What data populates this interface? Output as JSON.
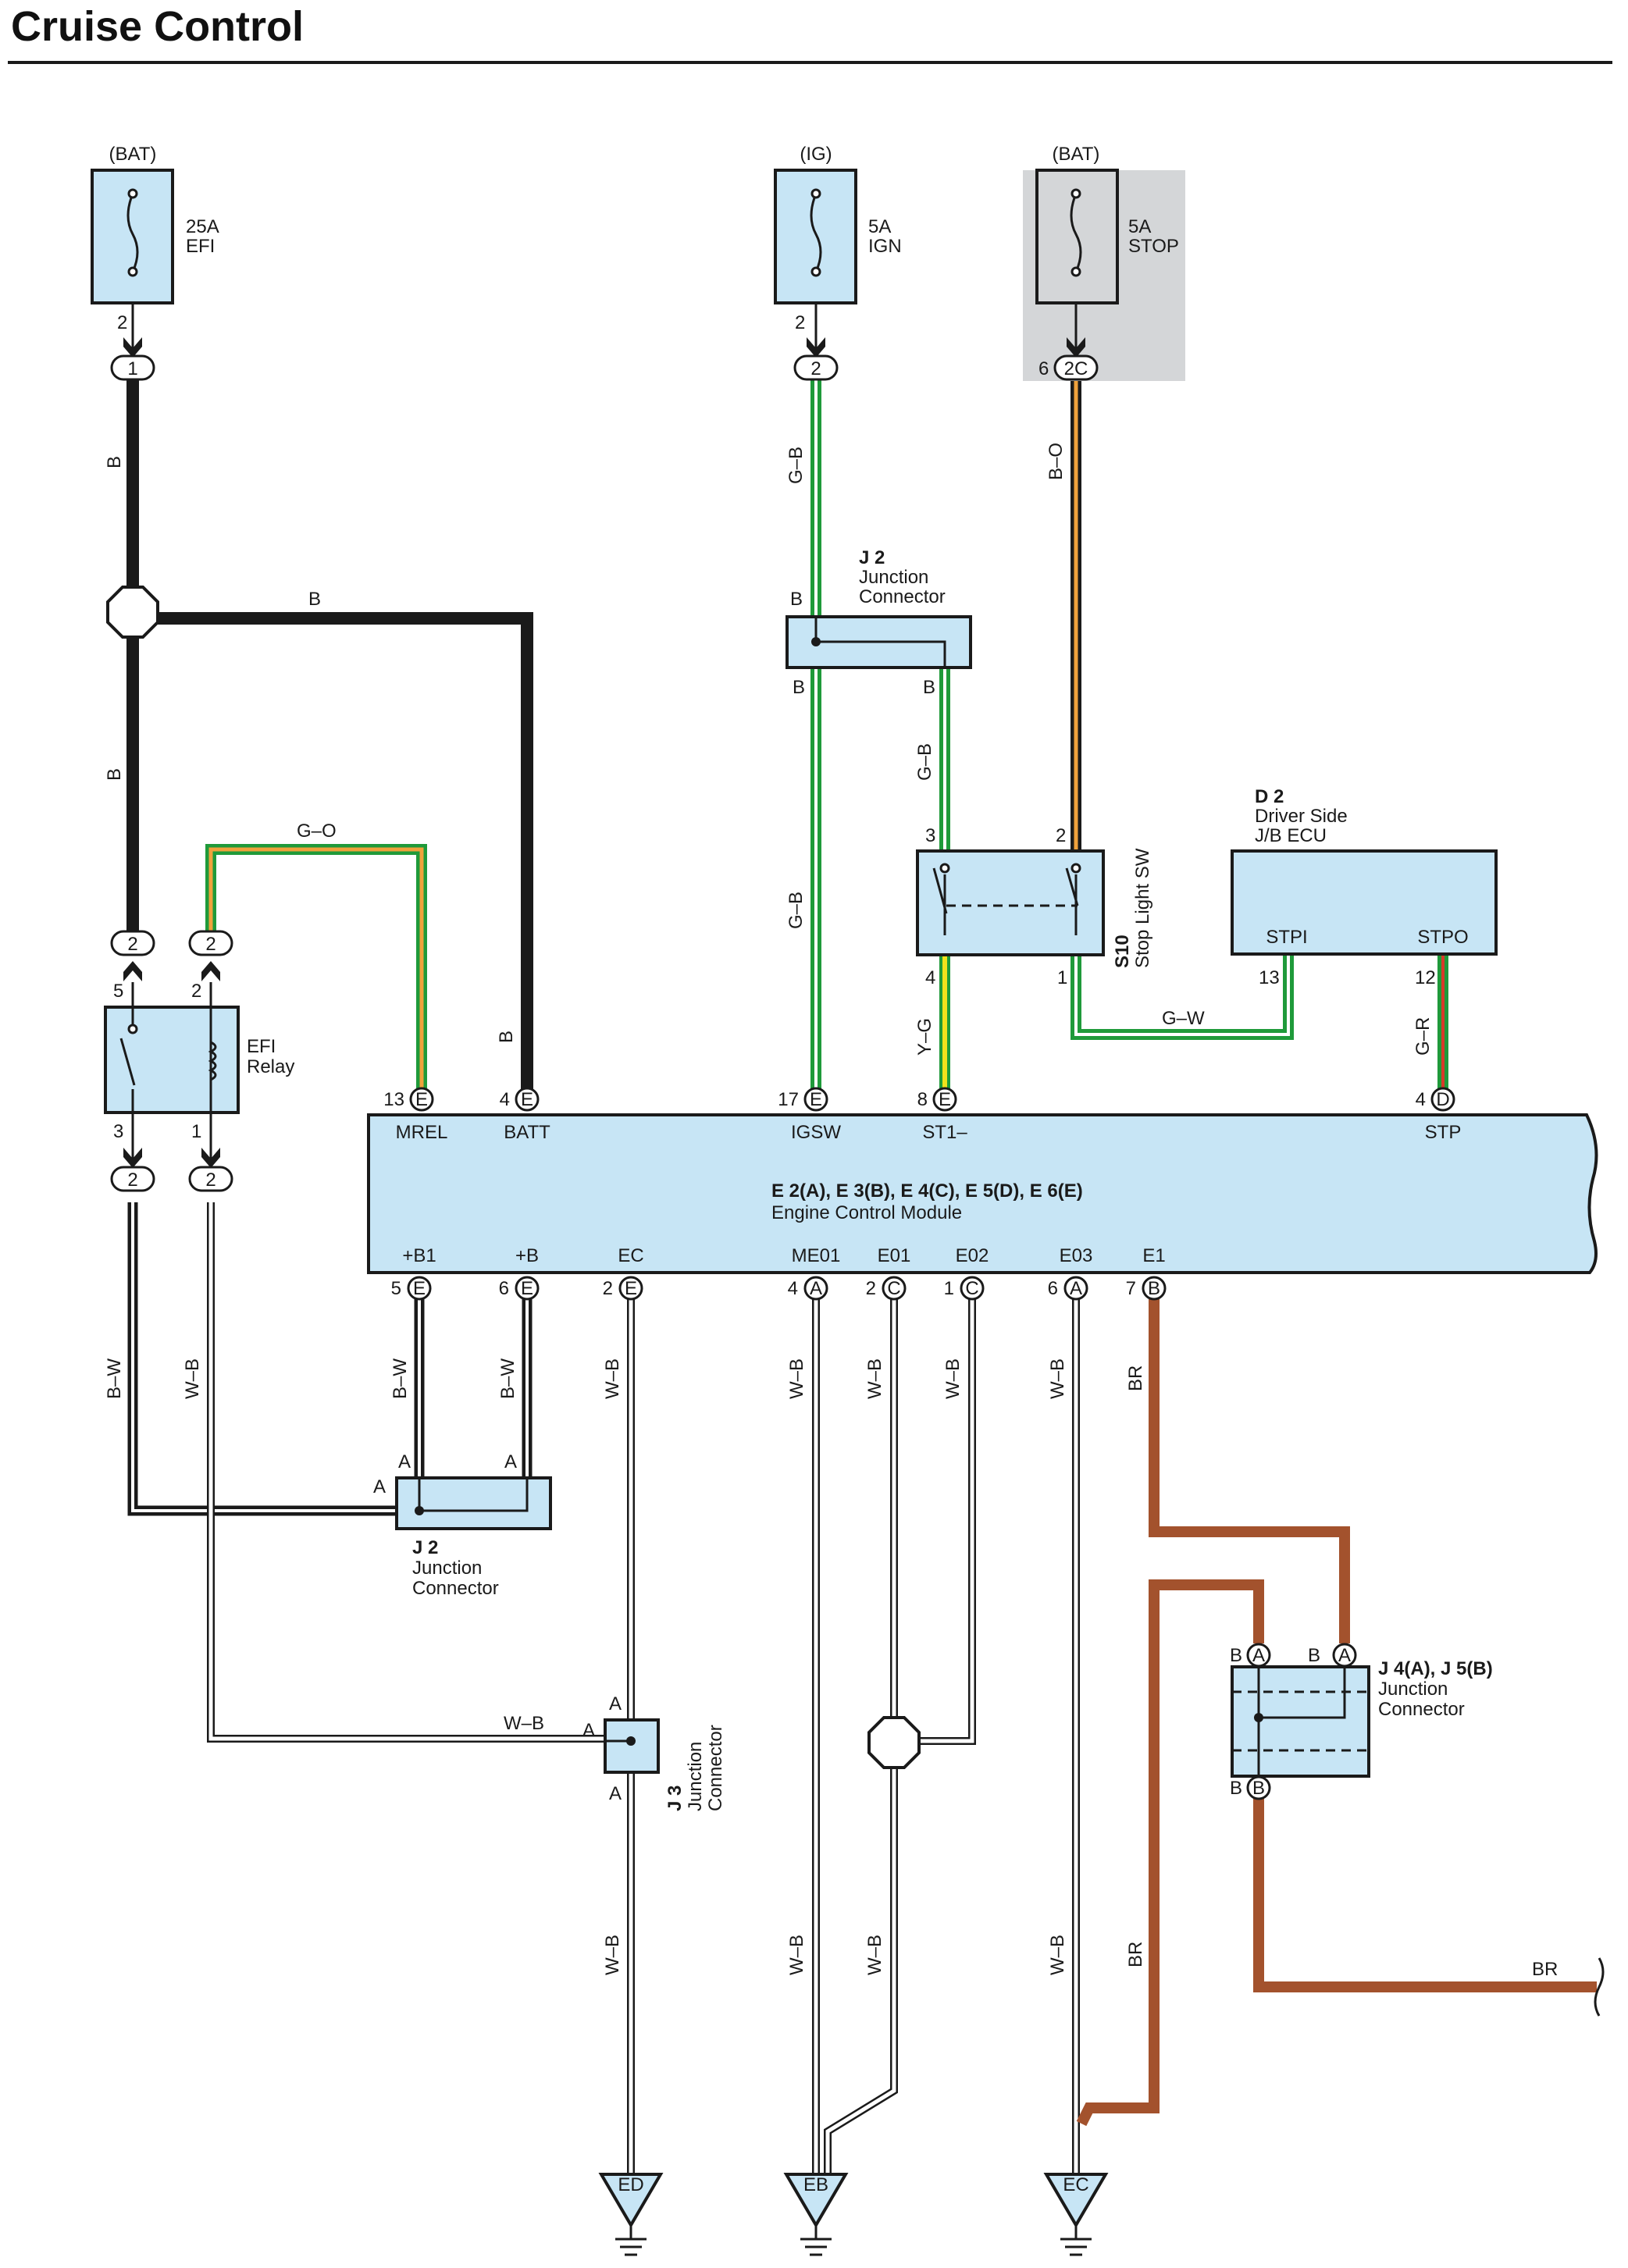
{
  "title": "Cruise Control",
  "colors": {
    "module_fill": "#c7e5f5",
    "wire_B": "#1a1a1a",
    "wire_green": "#1f9a3a",
    "wire_yellow": "#f2e21c",
    "wire_orange": "#f0a23c",
    "wire_red": "#d83a2a",
    "wire_BR": "#a3522d",
    "stop_fuse_shade": "#d4d6d8"
  },
  "power_sources": {
    "efi": {
      "source": "(BAT)",
      "rating": "25A",
      "name": "EFI",
      "pin_top": "2",
      "conn": "1"
    },
    "ign": {
      "source": "(IG)",
      "rating": "5A",
      "name": "IGN",
      "pin_top": "2",
      "conn": "2"
    },
    "stop": {
      "source": "(BAT)",
      "rating": "5A",
      "name": "STOP",
      "pin_num": "6",
      "conn": "2C"
    }
  },
  "efi_relay": {
    "name1": "EFI",
    "name2": "Relay",
    "pins": {
      "p5": "5",
      "p2": "2",
      "p3": "3",
      "p1": "1"
    },
    "conns": {
      "c1": "2",
      "c2": "2",
      "c3": "2",
      "c4": "2"
    }
  },
  "j2_top": {
    "id": "J 2",
    "name1": "Junction",
    "name2": "Connector",
    "pins": {
      "in": "B",
      "out1": "B",
      "out2": "B"
    }
  },
  "j2_bottom": {
    "id": "J 2",
    "name1": "Junction",
    "name2": "Connector",
    "pins": {
      "left": "A",
      "in1": "A",
      "in2": "A"
    }
  },
  "j3": {
    "id": "J 3",
    "name1": "Junction",
    "name2": "Connector",
    "pins": {
      "top": "A",
      "left": "A",
      "bottom": "A"
    }
  },
  "j4j5": {
    "id": "J 4(A), J 5(B)",
    "name1": "Junction",
    "name2": "Connector",
    "pins": {
      "p1": "B",
      "c1": "A",
      "p2": "B",
      "c2": "A",
      "p3": "B",
      "c3": "B"
    }
  },
  "stop_light_sw": {
    "id": "S10",
    "name": "Stop Light SW",
    "pins": {
      "p3": "3",
      "p2": "2",
      "p4": "4",
      "p1": "1"
    }
  },
  "d2": {
    "id": "D 2",
    "name1": "Driver Side",
    "name2": "J/B ECU",
    "terminals": {
      "stpi": "STPI",
      "stpo": "STPO"
    },
    "pins": {
      "p13": "13",
      "p12": "12"
    }
  },
  "ecm": {
    "id": "E 2(A), E 3(B), E 4(C), E 5(D), E 6(E)",
    "name": "Engine Control Module",
    "top_pins": [
      {
        "num": "13",
        "conn": "E",
        "term": "MREL"
      },
      {
        "num": "4",
        "conn": "E",
        "term": "BATT"
      },
      {
        "num": "17",
        "conn": "E",
        "term": "IGSW"
      },
      {
        "num": "8",
        "conn": "E",
        "term": "ST1–"
      },
      {
        "num": "4",
        "conn": "D",
        "term": "STP"
      }
    ],
    "bottom_pins": [
      {
        "num": "5",
        "conn": "E",
        "term": "+B1"
      },
      {
        "num": "6",
        "conn": "E",
        "term": "+B"
      },
      {
        "num": "2",
        "conn": "E",
        "term": "EC"
      },
      {
        "num": "4",
        "conn": "A",
        "term": "ME01"
      },
      {
        "num": "2",
        "conn": "C",
        "term": "E01"
      },
      {
        "num": "1",
        "conn": "C",
        "term": "E02"
      },
      {
        "num": "6",
        "conn": "A",
        "term": "E03"
      },
      {
        "num": "7",
        "conn": "B",
        "term": "E1"
      }
    ]
  },
  "wire_labels": {
    "w_b1": "B",
    "w_b2": "B",
    "w_b3": "B",
    "w_b4": "B",
    "w_go": "G–O",
    "w_gb1": "G–B",
    "w_gb2": "G–B",
    "w_gb3": "G–B",
    "w_bo": "B–O",
    "w_yg": "Y–G",
    "w_gw": "G–W",
    "w_gr": "G–R",
    "w_bw1": "B–W",
    "w_wb1": "W–B",
    "w_bw2": "B–W",
    "w_bw3": "B–W",
    "w_wb2": "W–B",
    "w_wb3": "W–B",
    "w_wb4": "W–B",
    "w_wb5": "W–B",
    "w_wb6": "W–B",
    "w_br1": "BR",
    "w_wb7": "W–B",
    "w_wb8": "W–B",
    "w_wb9": "W–B",
    "w_wb10": "W–B",
    "w_br2": "BR",
    "w_br3": "BR"
  },
  "grounds": {
    "ed": "ED",
    "eb": "EB",
    "ec": "EC"
  }
}
